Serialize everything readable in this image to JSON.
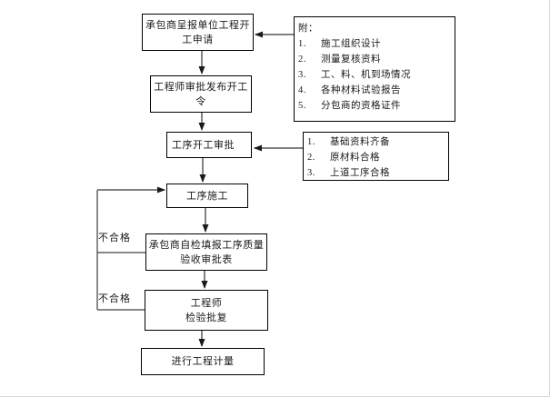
{
  "diagram": {
    "nodes": {
      "submit_application": {
        "line1": "承包商呈报单位工程开",
        "line2": "工申请"
      },
      "issue_order": {
        "line1": "工程师审批发布开工",
        "line2": "令"
      },
      "process_approval": {
        "label": "工序开工审批"
      },
      "process_construction": {
        "label": "工序施工"
      },
      "self_inspection": {
        "line1": "承包商自检填报工序质量",
        "line2": "验收审批表"
      },
      "engineer_review": {
        "line1": "工程师",
        "line2": "检验批复"
      },
      "measurement": {
        "label": "进行工程计量"
      }
    },
    "attachment_note": {
      "title": "附：",
      "items": [
        {
          "num": "1.",
          "text": "施工组织设计"
        },
        {
          "num": "2.",
          "text": "测量复核资料"
        },
        {
          "num": "3.",
          "text": "工、料、机到场情况"
        },
        {
          "num": "4.",
          "text": "各种材料试验报告"
        },
        {
          "num": "5.",
          "text": "分包商的资格证件"
        }
      ]
    },
    "condition_note": {
      "items": [
        {
          "num": "1.",
          "text": "基础资料齐备"
        },
        {
          "num": "2.",
          "text": "原材料合格"
        },
        {
          "num": "3.",
          "text": "上道工序合格"
        }
      ]
    },
    "feedback_labels": {
      "first": "不合格",
      "second": "不合格"
    }
  },
  "colors": {
    "background": "#ffffff",
    "box_border": "#000000",
    "text": "#1a1a1a",
    "connector": "#404040",
    "long_arrow": "#808080",
    "page_edge": "#d9d9d9"
  }
}
